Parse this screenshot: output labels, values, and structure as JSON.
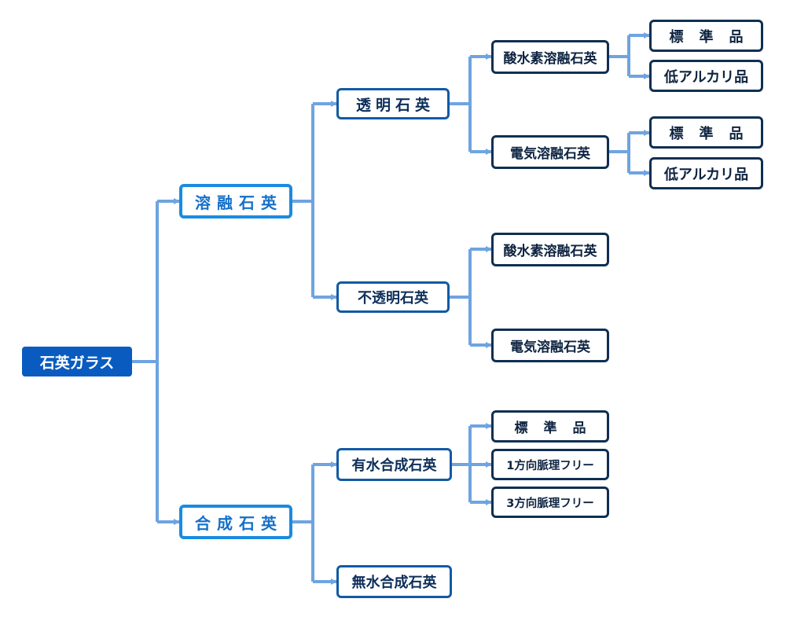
{
  "root": {
    "label": "石英ガラス"
  },
  "fused": {
    "label": "溶融石英",
    "transparent": {
      "label": "透明石英",
      "oxy": {
        "label": "酸水素溶融石英",
        "standard": "標準品",
        "low_alkali": "低アルカリ品"
      },
      "elec": {
        "label": "電気溶融石英",
        "standard": "標準品",
        "low_alkali": "低アルカリ品"
      }
    },
    "opaque": {
      "label": "不透明石英",
      "oxy": {
        "label": "酸水素溶融石英"
      },
      "elec": {
        "label": "電気溶融石英"
      }
    }
  },
  "synthetic": {
    "label": "合成石英",
    "hydrous": {
      "label": "有水合成石英",
      "standard": "標準品",
      "one_dir": "1方向脈理フリー",
      "three_dir": "3方向脈理フリー"
    },
    "anhydrous": {
      "label": "無水合成石英"
    }
  }
}
